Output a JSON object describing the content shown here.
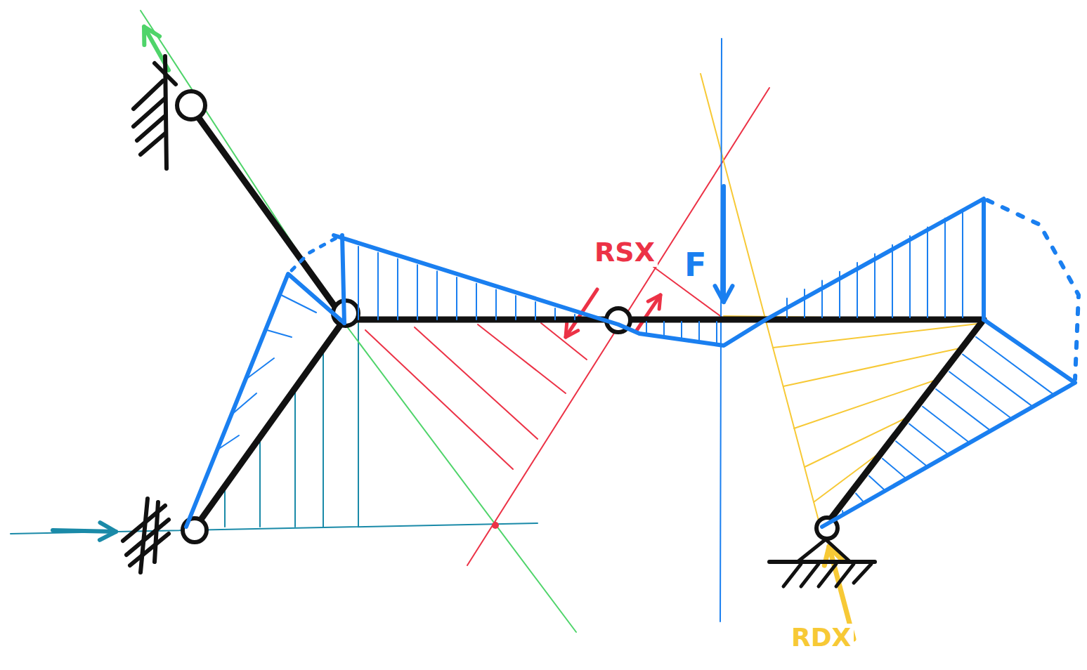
{
  "diagram": {
    "labels": [
      "RSX",
      "F",
      "RDX"
    ]
  }
}
